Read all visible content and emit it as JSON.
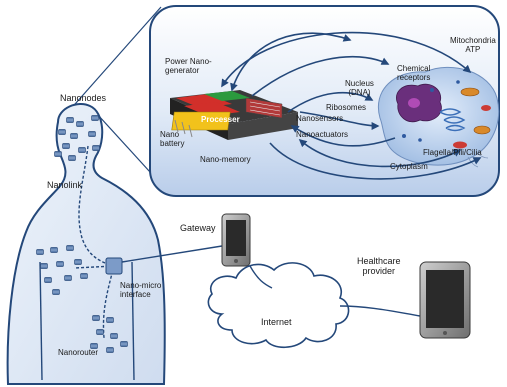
{
  "labels": {
    "power_nanogenerator": "Power Nano-\ngenerator",
    "nanonodes": "Nanonodes",
    "processor": "Processer",
    "nano_battery": "Nano\nbattery",
    "nano_memory": "Nano-memory",
    "nanosensors": "Nanosensors",
    "nanoactuators": "Nanoactuators",
    "nucleus": "Nucleus\n(DNA)",
    "ribosomes": "Ribosomes",
    "chemical_receptors": "Chemical\nreceptors",
    "mitochondria": "Mitochondria\nATP",
    "flagella": "Flagella/Pili/Cilia",
    "cytoplasm": "Cytoplasm",
    "nanolink": "Nanolink",
    "gateway": "Gateway",
    "nano_micro_interface": "Nano-micro\ninterface",
    "nanorouter": "Nanorouter",
    "internet": "Internet",
    "healthcare_provider": "Healthcare\nprovider"
  },
  "colors": {
    "panel_top": "#ffffff",
    "panel_bottom": "#bcd0ec",
    "outline": "#24487a",
    "body_fill": "#dce8f7",
    "nanonode": "#5c7faf",
    "processor": "#f2c21b",
    "chip_red": "#d22f2a",
    "chip_green": "#2b9a3e",
    "cell_fill": "#bcd3ee"
  },
  "icons": {
    "gateway_device": "smartphone-icon",
    "healthcare_device": "tablet-icon",
    "internet": "cloud-icon",
    "interface": "nano-micro-interface-icon"
  }
}
